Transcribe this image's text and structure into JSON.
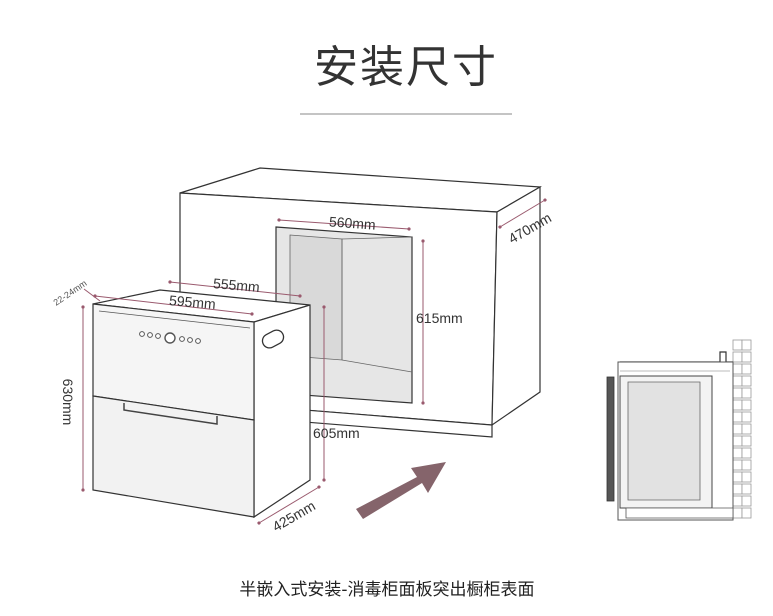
{
  "title": "安装尺寸",
  "caption": "半嵌入式安装-消毒柜面板突出橱柜表面",
  "dimensions": {
    "cabinet_opening_width": "560mm",
    "cabinet_opening_height": "615mm",
    "cabinet_depth": "470mm",
    "product_depth_top": "555mm",
    "product_front_width": "595mm",
    "product_height": "630mm",
    "product_rear_height": "605mm",
    "product_side_depth": "425mm",
    "panel_gap": "22-24mm"
  },
  "colors": {
    "dimension_line": "#9a5a6e",
    "arrow": "#85646b",
    "outline": "#333333",
    "opening_fill": "#e6e6e6"
  }
}
